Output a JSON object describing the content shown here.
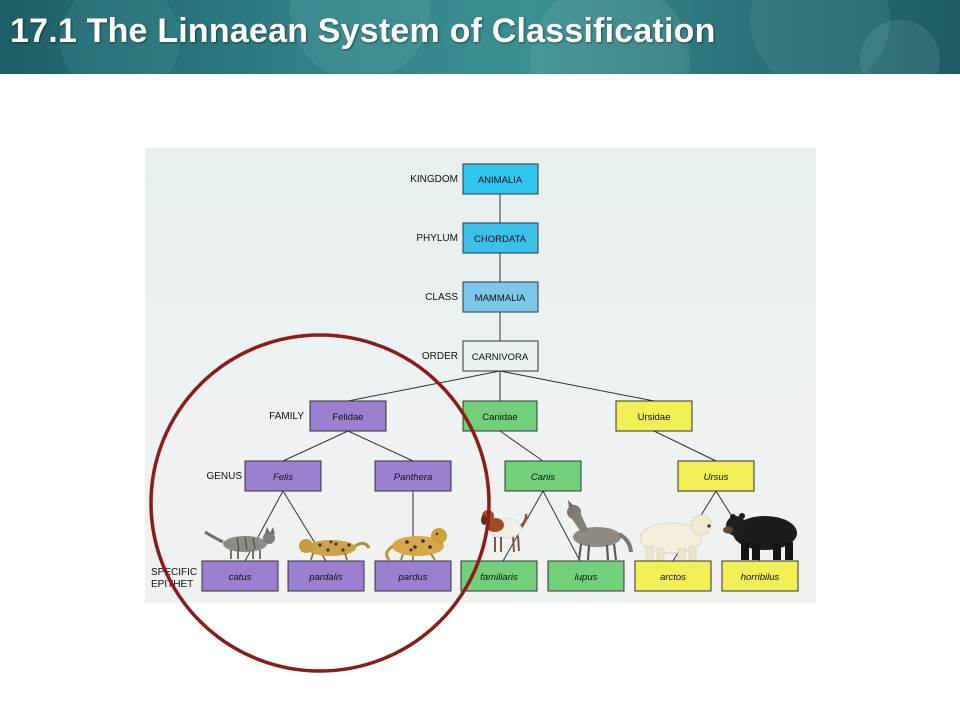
{
  "header": {
    "title": "17.1 The Linnaean System of Classification"
  },
  "ranks": {
    "kingdom": "KINGDOM",
    "phylum": "PHYLUM",
    "class": "CLASS",
    "order": "ORDER",
    "family": "FAMILY",
    "genus": "GENUS",
    "epithet_line1": "SPECIFIC",
    "epithet_line2": "EPITHET"
  },
  "taxa": {
    "kingdom": "ANIMALIA",
    "phylum": "CHORDATA",
    "class": "MAMMALIA",
    "order": "CARNIVORA",
    "families": [
      "Felidae",
      "Canidae",
      "Ursidae"
    ],
    "genera": [
      "Felis",
      "Panthera",
      "Canis",
      "Ursus"
    ],
    "epithets": [
      "catus",
      "pardalis",
      "pardus",
      "familiaris",
      "lupus",
      "arctos",
      "horribilus"
    ]
  },
  "colors": {
    "kingdom": "#2ec5ef",
    "phylum": "#3cc0ea",
    "class": "#7cc8e8",
    "order": "#e9f1f3",
    "felidae": "#9b7fd0",
    "canidae": "#72d07a",
    "ursidae": "#f2ee56",
    "circle": "#8b1c1c"
  },
  "icons": [
    "house-cat-icon",
    "ocelot-icon",
    "leopard-icon",
    "dog-icon",
    "wolf-icon",
    "polar-bear-icon",
    "black-bear-icon"
  ]
}
